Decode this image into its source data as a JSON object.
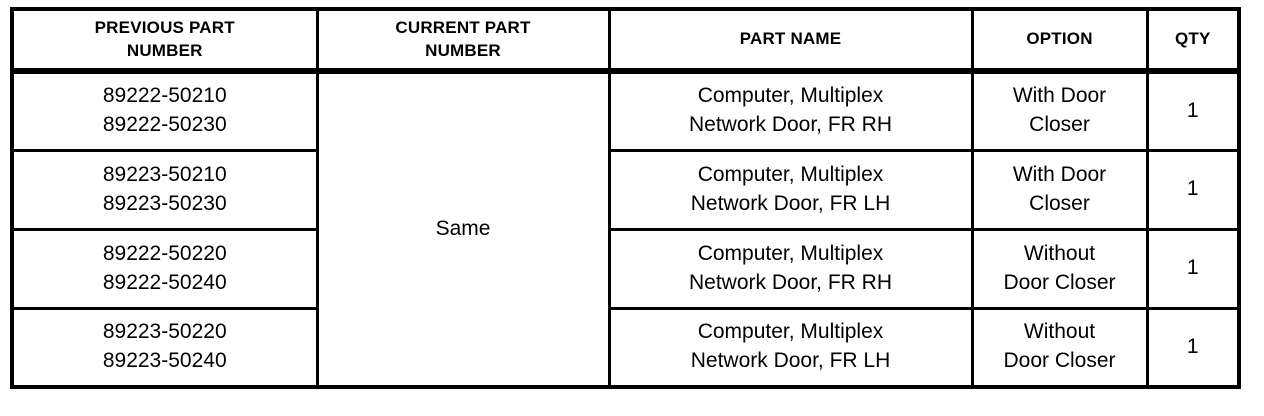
{
  "table": {
    "headers": {
      "previous": "PREVIOUS PART\nNUMBER",
      "current": "CURRENT PART\nNUMBER",
      "part_name": "PART NAME",
      "option": "OPTION",
      "qty": "QTY"
    },
    "current_part_number": "Same",
    "rows": [
      {
        "previous": "89222-50210\n89222-50230",
        "part_name": "Computer, Multiplex\nNetwork Door, FR RH",
        "option": "With Door\nCloser",
        "qty": "1"
      },
      {
        "previous": "89223-50210\n89223-50230",
        "part_name": "Computer, Multiplex\nNetwork Door, FR LH",
        "option": "With Door\nCloser",
        "qty": "1"
      },
      {
        "previous": "89222-50220\n89222-50240",
        "part_name": "Computer, Multiplex\nNetwork Door, FR RH",
        "option": "Without\nDoor Closer",
        "qty": "1"
      },
      {
        "previous": "89223-50220\n89223-50240",
        "part_name": "Computer, Multiplex\nNetwork Door, FR LH",
        "option": "Without\nDoor Closer",
        "qty": "1"
      }
    ]
  }
}
